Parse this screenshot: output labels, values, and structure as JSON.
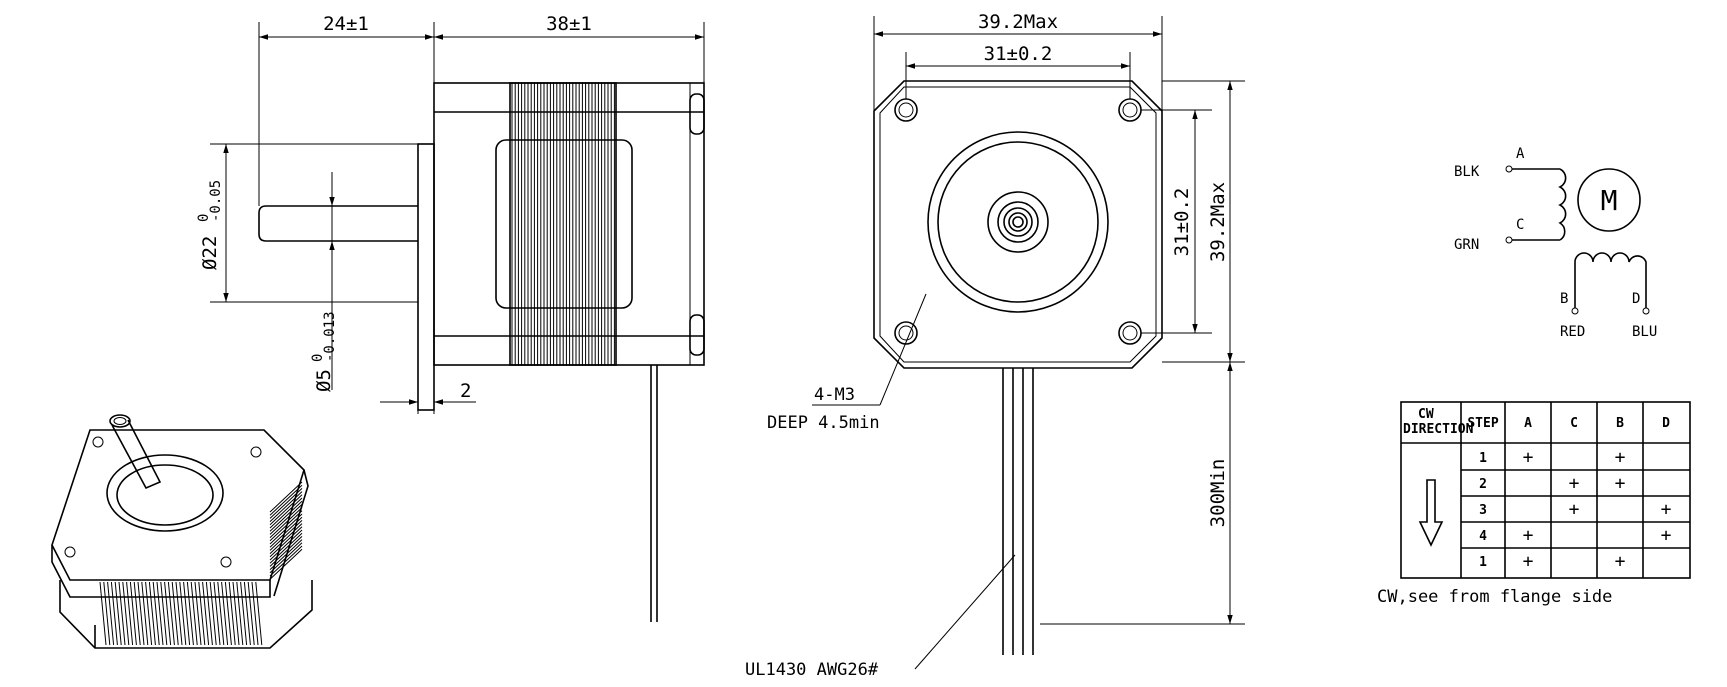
{
  "side_view": {
    "dim_shaft_length": "24±1",
    "dim_body_length": "38±1",
    "dim_boss_dia": "Ø22",
    "dim_boss_tol_upper": "0",
    "dim_boss_tol_lower": "-0.05",
    "dim_shaft_dia": "Ø5",
    "dim_shaft_tol_upper": "0",
    "dim_shaft_tol_lower": "-0.013",
    "dim_boss_height": "2"
  },
  "front_view": {
    "dim_width_max": "39.2Max",
    "dim_hole_spacing_h": "31±0.2",
    "dim_hole_spacing_v": "31±0.2",
    "dim_height_max": "39.2Max",
    "dim_lead_length": "300Min",
    "hole_note_line1": "4-M3",
    "hole_note_line2": "DEEP 4.5min",
    "wire_note": "UL1430 AWG26#"
  },
  "wiring": {
    "motor_symbol": "M",
    "phase_a": "A",
    "phase_c": "C",
    "phase_b": "B",
    "phase_d": "D",
    "wire_blk": "BLK",
    "wire_grn": "GRN",
    "wire_red": "RED",
    "wire_blu": "BLU"
  },
  "step_table": {
    "header_direction_line1": "CW",
    "header_direction_line2": "DIRECTION",
    "header_step": "STEP",
    "columns": [
      "A",
      "C",
      "B",
      "D"
    ],
    "rows": [
      {
        "step": "1",
        "cells": [
          "+",
          "",
          "+",
          ""
        ]
      },
      {
        "step": "2",
        "cells": [
          "",
          "+",
          "+",
          ""
        ]
      },
      {
        "step": "3",
        "cells": [
          "",
          "+",
          "",
          "+"
        ]
      },
      {
        "step": "4",
        "cells": [
          "+",
          "",
          "",
          "+"
        ]
      },
      {
        "step": "1",
        "cells": [
          "+",
          "",
          "+",
          ""
        ]
      }
    ],
    "note": "CW,see from flange side"
  }
}
